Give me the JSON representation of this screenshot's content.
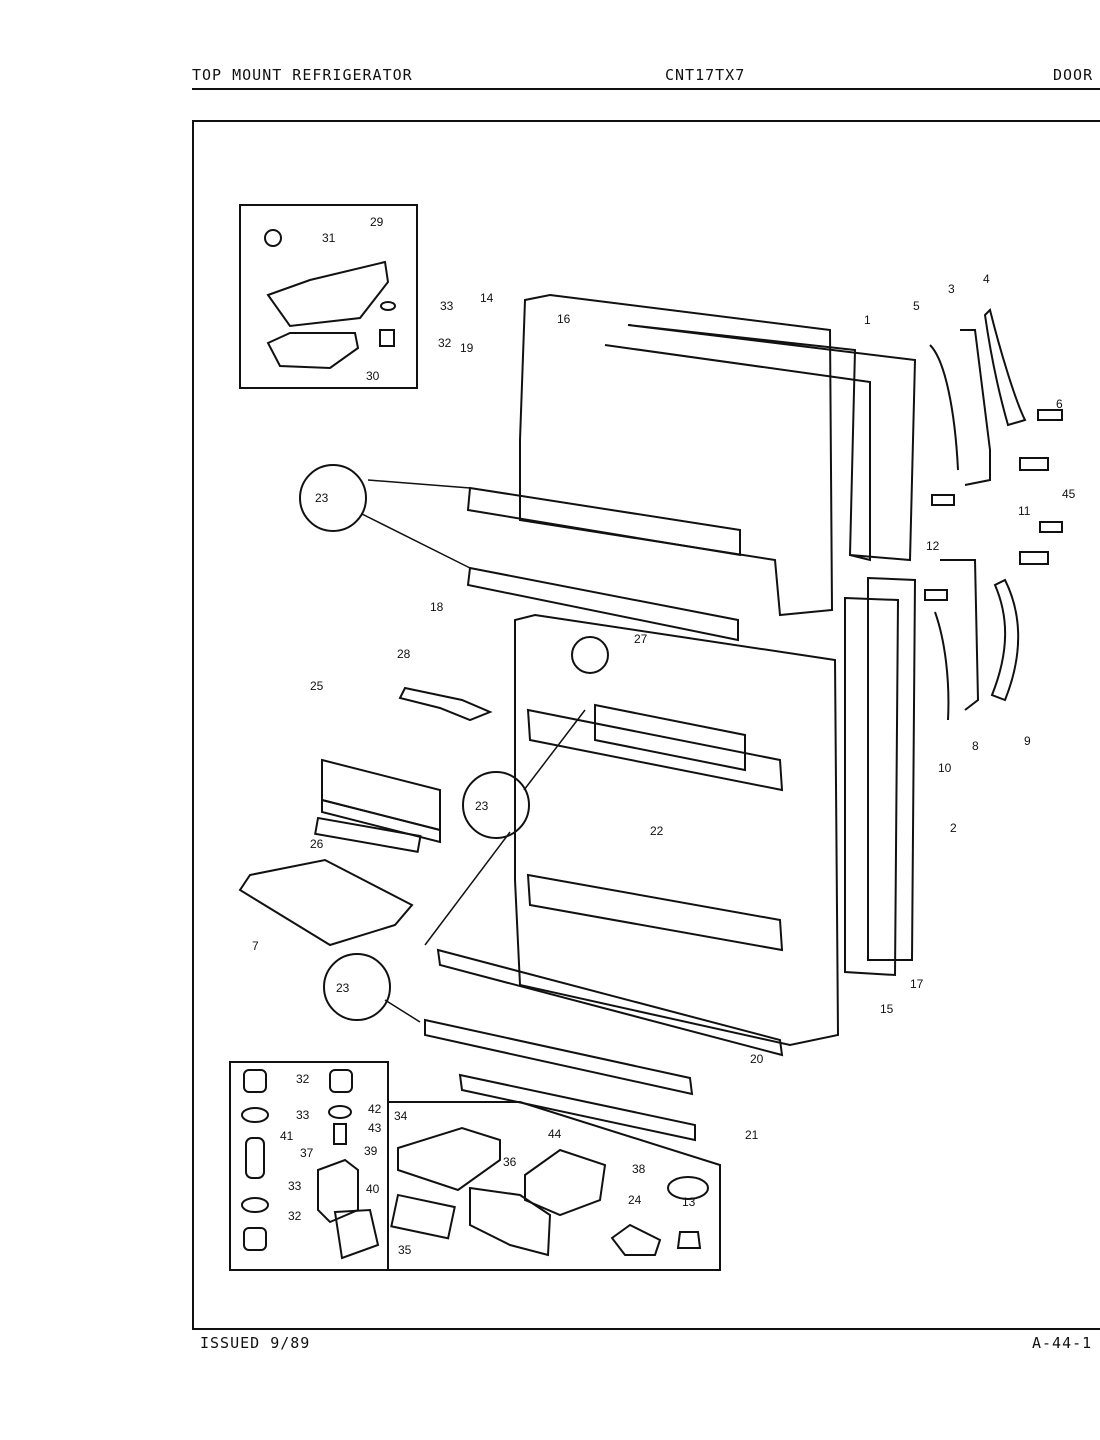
{
  "header": {
    "left": "TOP MOUNT REFRIGERATOR",
    "center": "CNT17TX7",
    "right": "DOOR"
  },
  "footer": {
    "left": "ISSUED 9/89",
    "right": "A-44-1"
  },
  "callouts": {
    "c1": "1",
    "c2": "2",
    "c3": "3",
    "c4": "4",
    "c5": "5",
    "c6": "6",
    "c7": "7",
    "c8": "8",
    "c9": "9",
    "c10": "10",
    "c11": "11",
    "c12": "12",
    "c13": "13",
    "c14": "14",
    "c15": "15",
    "c16": "16",
    "c17": "17",
    "c18": "18",
    "c19": "19",
    "c20": "20",
    "c21": "21",
    "c22": "22",
    "c23a": "23",
    "c23b": "23",
    "c23c": "23",
    "c24": "24",
    "c25": "25",
    "c26": "26",
    "c27": "27",
    "c28": "28",
    "c29": "29",
    "c30": "30",
    "c31": "31",
    "c32a": "32",
    "c32b": "32",
    "c32c": "32",
    "c33a": "33",
    "c33b": "33",
    "c33c": "33",
    "c34": "34",
    "c35": "35",
    "c36": "36",
    "c37": "37",
    "c38": "38",
    "c39": "39",
    "c40": "40",
    "c41": "41",
    "c42": "42",
    "c43": "43",
    "c44": "44",
    "c45": "45"
  }
}
